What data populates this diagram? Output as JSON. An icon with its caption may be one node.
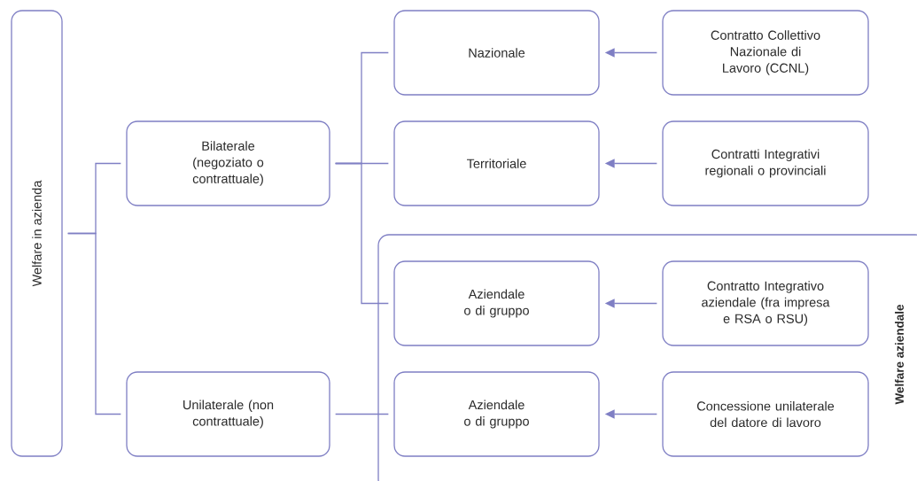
{
  "diagram": {
    "nodes": [
      {
        "text": [
          "Welfare in azienda"
        ]
      },
      {
        "text": [
          "Bilaterale (negoziato o contrattuale)"
        ]
      },
      {
        "text": [
          "Unilaterale (non contrattuale)"
        ]
      },
      {
        "text": [
          "Nazionale"
        ]
      },
      {
        "text": [
          "Contratto Collettivo Nazionale di Lavoro (CCNL)"
        ]
      },
      {
        "text": [
          "Territoriale"
        ]
      },
      {
        "text": [
          "Contratti Integrativi regionali o provinciali"
        ]
      },
      {
        "text": [
          "Welfare aziendale"
        ]
      },
      {
        "text": [
          "Aziendale o di gruppo"
        ],
        "in": 7
      },
      {
        "text": [
          "Contratto Integrativo aziendale (fra impresa e RSA o RSU)"
        ],
        "in": 7
      },
      {
        "text": [
          "Aziendale o di gruppo"
        ],
        "in": 7
      },
      {
        "text": [
          "Concessione unilaterale del datore di lavoro"
        ],
        "in": 7
      }
    ],
    "edges": [
      {
        "from": 0,
        "to": 1,
        "arrow": "none"
      },
      {
        "from": 0,
        "to": 2,
        "arrow": "none"
      },
      {
        "from": 1,
        "to": 3,
        "arrow": "none"
      },
      {
        "from": 1,
        "to": 5,
        "arrow": "none"
      },
      {
        "from": 1,
        "to": 8,
        "arrow": "none"
      },
      {
        "from": 2,
        "to": 10,
        "arrow": "none"
      },
      {
        "from": 4,
        "to": 3,
        "arrow": "to"
      },
      {
        "from": 6,
        "to": 5,
        "arrow": "to"
      },
      {
        "from": 9,
        "to": 8,
        "arrow": "to"
      },
      {
        "from": 11,
        "to": 10,
        "arrow": "to"
      }
    ]
  }
}
